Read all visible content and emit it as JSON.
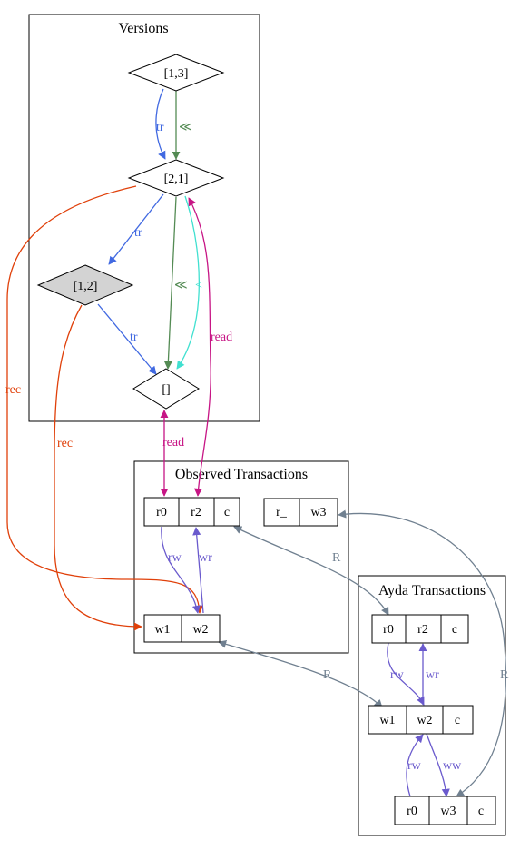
{
  "colors": {
    "tr": "#4169e1",
    "order": "#548b54",
    "lt": "#40e0d0",
    "read": "#c71585",
    "rec": "#e0400a",
    "txn": "#6a5acd",
    "rel": "#708090",
    "highlight_fill": "#d3d3d3"
  },
  "clusters": {
    "versions": {
      "title": "Versions"
    },
    "observed": {
      "title": "Observed Transactions"
    },
    "ayda": {
      "title": "Ayda Transactions"
    }
  },
  "versions": {
    "v13": "[1,3]",
    "v21": "[2,1]",
    "v12": "[1,2]",
    "vempty": "[]"
  },
  "observed": {
    "txn1": [
      "r0",
      "r2",
      "c"
    ],
    "txn2": [
      "r_",
      "w3"
    ],
    "txn3": [
      "w1",
      "w2"
    ]
  },
  "ayda": {
    "txn1": [
      "r0",
      "r2",
      "c"
    ],
    "txn2": [
      "w1",
      "w2",
      "c"
    ],
    "txn3": [
      "r0",
      "w3",
      "c"
    ]
  },
  "edge_labels": {
    "tr": "tr",
    "order_sym": "≪",
    "lt_sym": "<",
    "read": "read",
    "rec": "rec",
    "rw": "rw",
    "wr": "wr",
    "ww": "ww",
    "R": "R"
  }
}
